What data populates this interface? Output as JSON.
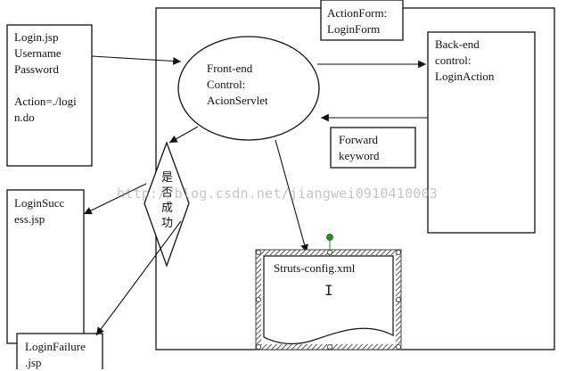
{
  "nodes": {
    "login_jsp": {
      "lines": [
        "Login.jsp",
        "Username",
        "Password",
        "",
        "Action=./logi",
        "n.do"
      ]
    },
    "action_form": {
      "lines": [
        "ActionForm:",
        "LoginForm"
      ]
    },
    "front_end": {
      "lines": [
        "Front-end",
        "Control:",
        "AcionServlet"
      ]
    },
    "back_end": {
      "lines": [
        "Back-end",
        "control:",
        "LoginAction"
      ]
    },
    "forward": {
      "lines": [
        "Forward",
        "keyword"
      ]
    },
    "login_success": {
      "lines": [
        "LoginSucc",
        "ess.jsp"
      ]
    },
    "decision": {
      "chars": [
        "是",
        "否",
        "成",
        "功"
      ]
    },
    "struts_config": {
      "lines": [
        "Struts-config.xml"
      ]
    },
    "login_failure": {
      "lines": [
        "LoginFailure",
        ".jsp"
      ]
    }
  },
  "watermark": "http://blog.csdn.net/jiangwei0910410003",
  "colors": {
    "line": "#111111",
    "selection": "#555555",
    "handle": "#2a8a2a"
  }
}
